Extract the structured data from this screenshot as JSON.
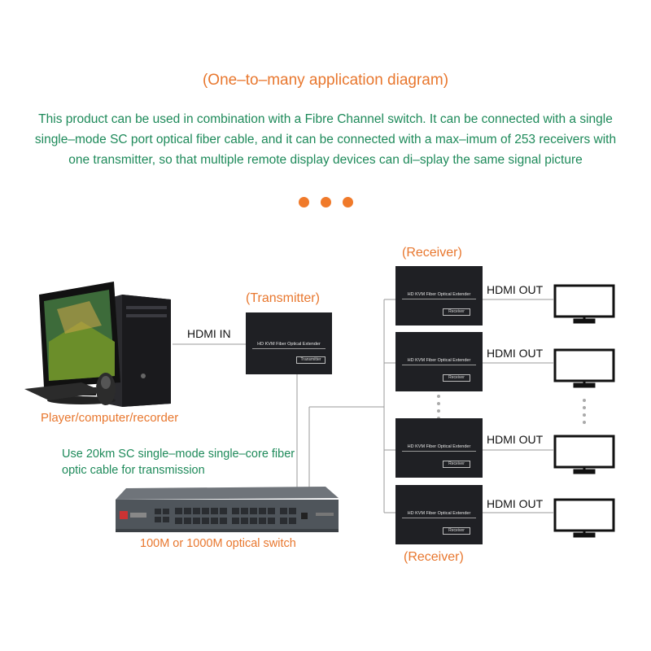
{
  "heading": "(One–to–many application diagram)",
  "description": "This product can be used in combination with a Fibre Channel switch. It can be connected with a single single–mode SC port optical fiber cable, and it can be connected with a max–imum of 253 receivers with one transmitter, so that multiple remote display devices can di–splay the same signal picture",
  "labels": {
    "transmitter": "(Transmitter)",
    "receiver_top": "(Receiver)",
    "receiver_bottom": "(Receiver)",
    "hdmi_in": "HDMI IN",
    "hdmi_out": "HDMI OUT",
    "player": "Player/computer/recorder",
    "fiber_note": "Use 20km SC single–mode single–core fiber optic cable for transmission",
    "switch": "100M or 1000M optical switch"
  },
  "device": {
    "name": "HD KVM Fiber Optical Extender",
    "tx_badge": "Transmitter",
    "rx_badge": "Receiver"
  },
  "colors": {
    "accent_orange": "#e8772e",
    "text_green": "#1e8a5a",
    "device_dark": "#1f2024"
  }
}
